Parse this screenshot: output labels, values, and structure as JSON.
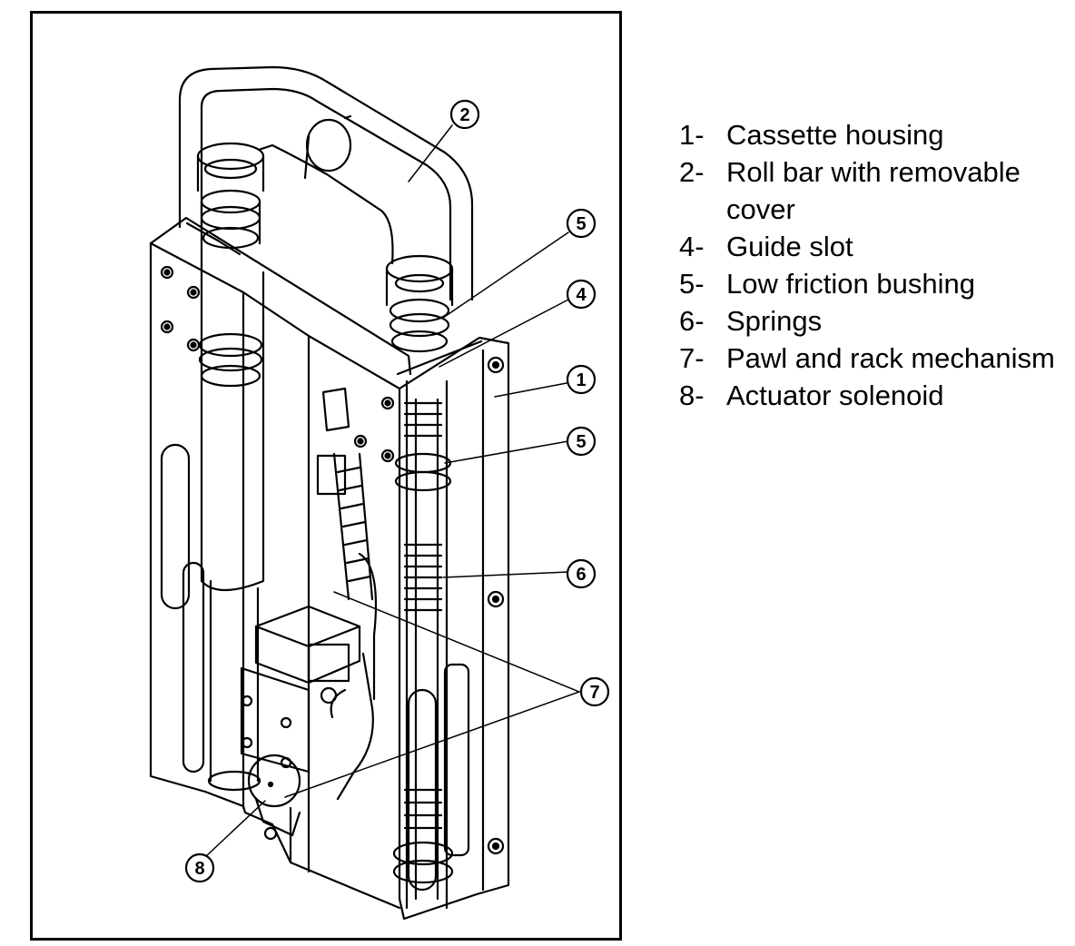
{
  "callouts": [
    {
      "number": "2"
    },
    {
      "number": "5"
    },
    {
      "number": "4"
    },
    {
      "number": "1"
    },
    {
      "number": "5"
    },
    {
      "number": "6"
    },
    {
      "number": "7"
    },
    {
      "number": "8"
    }
  ],
  "legend": [
    {
      "number": "1-",
      "text": "Cassette housing"
    },
    {
      "number": "2-",
      "text": "Roll bar with removable cover"
    },
    {
      "number": "4-",
      "text": "Guide slot"
    },
    {
      "number": "5-",
      "text": "Low friction bushing"
    },
    {
      "number": "6-",
      "text": "Springs"
    },
    {
      "number": "7-",
      "text": "Pawl and rack mechanism"
    },
    {
      "number": "8-",
      "text": "Actuator solenoid"
    }
  ]
}
